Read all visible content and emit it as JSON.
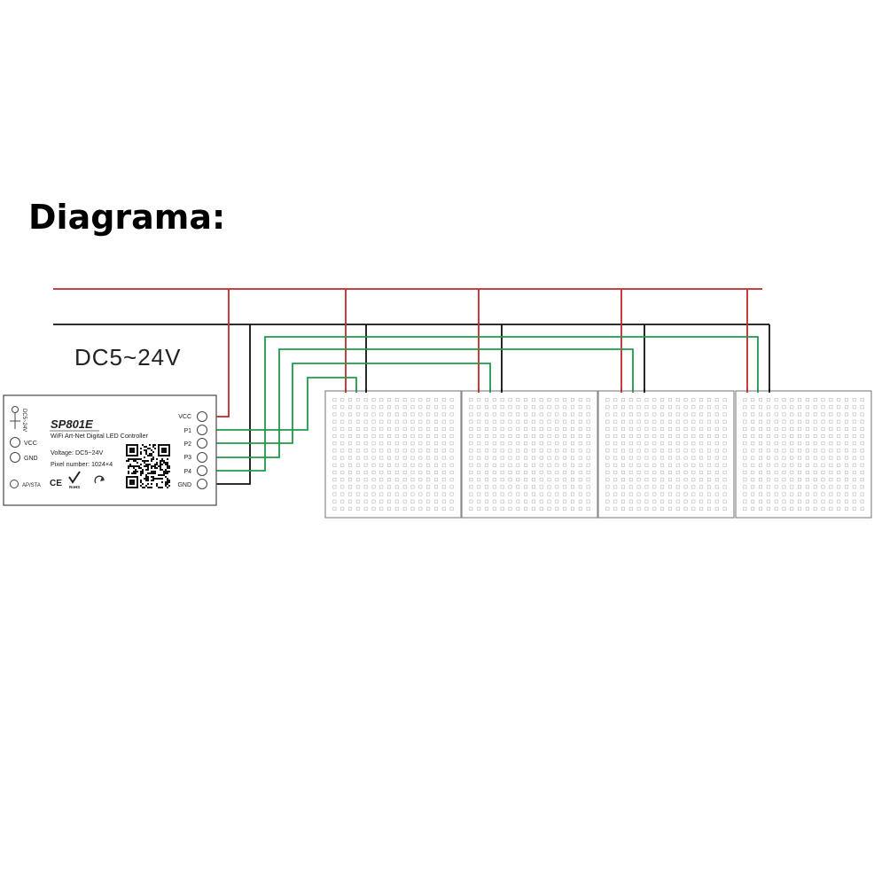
{
  "heading": "Diagrama:",
  "supply_label": "DC5~24V",
  "controller": {
    "model": "SP801E",
    "description": "WiFi Art-Net Digital LED Controller",
    "voltage": "Voltage: DC5~24V",
    "pixels": "Pixel number: 1024×4",
    "left_side_label": "DC5~24V",
    "left_ports": [
      "VCC",
      "GND",
      "AP/STA"
    ],
    "right_ports": [
      "VCC",
      "P1",
      "P2",
      "P3",
      "P4",
      "GND"
    ],
    "marks": [
      "CE",
      "RoHS",
      "recycle"
    ]
  },
  "panels": [
    {
      "output": "P1"
    },
    {
      "output": "P2"
    },
    {
      "output": "P3"
    },
    {
      "output": "P4"
    }
  ],
  "colors": {
    "power": "#c0282a",
    "ground": "#111111",
    "data": "#1e9a4a",
    "panel_border": "#8a8a8a"
  }
}
